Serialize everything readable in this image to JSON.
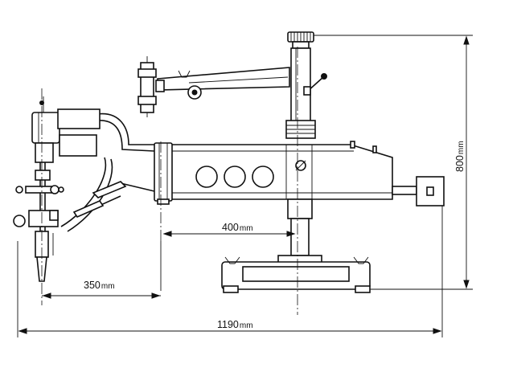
{
  "dimensions": {
    "offset": {
      "value": "400",
      "unit": "mm"
    },
    "torch_reach": {
      "value": "350",
      "unit": "mm"
    },
    "overall_length": {
      "value": "1190",
      "unit": "mm"
    },
    "height": {
      "value": "800",
      "unit": "mm"
    }
  }
}
